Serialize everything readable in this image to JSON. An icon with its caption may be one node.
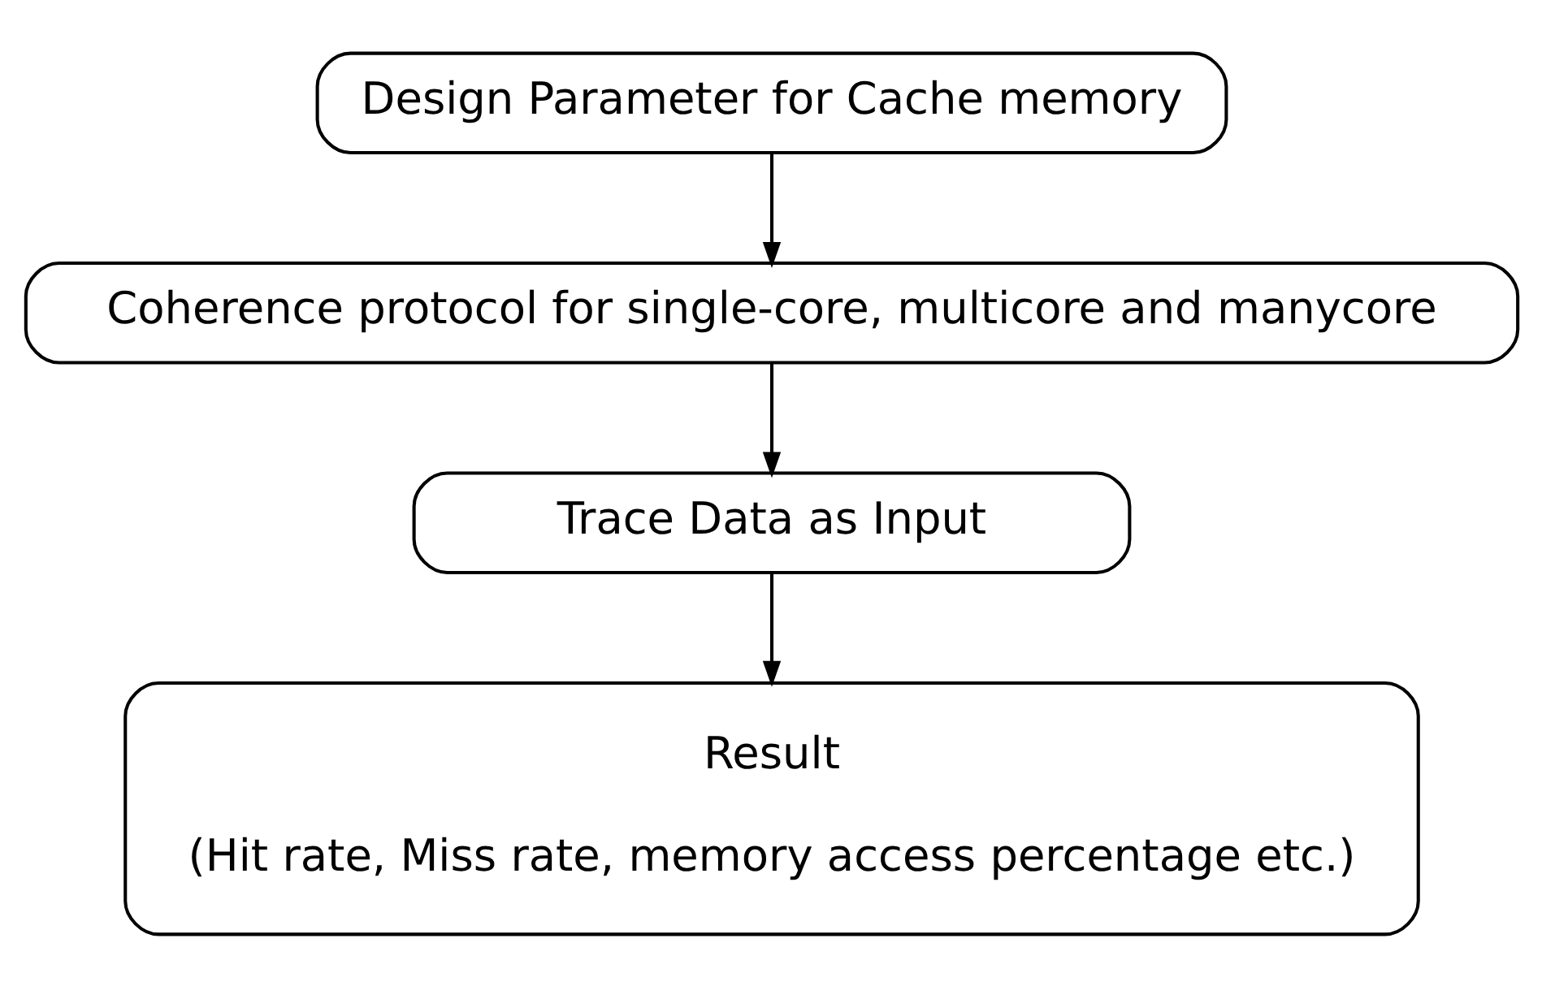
{
  "diagram": {
    "nodes": [
      {
        "text": [
          "Design Parameter for Cache memory"
        ]
      },
      {
        "text": [
          "Coherence protocol for single-core, multicore and manycore"
        ]
      },
      {
        "text": [
          "Trace Data as Input"
        ]
      },
      {
        "text": [
          "Result",
          "(Hit rate, Miss rate, memory access percentage etc.)"
        ]
      }
    ],
    "edges": [
      {
        "from": 0,
        "to": 1,
        "arrow": "to"
      },
      {
        "from": 1,
        "to": 2,
        "arrow": "to"
      },
      {
        "from": 2,
        "to": 3,
        "arrow": "to"
      }
    ]
  }
}
